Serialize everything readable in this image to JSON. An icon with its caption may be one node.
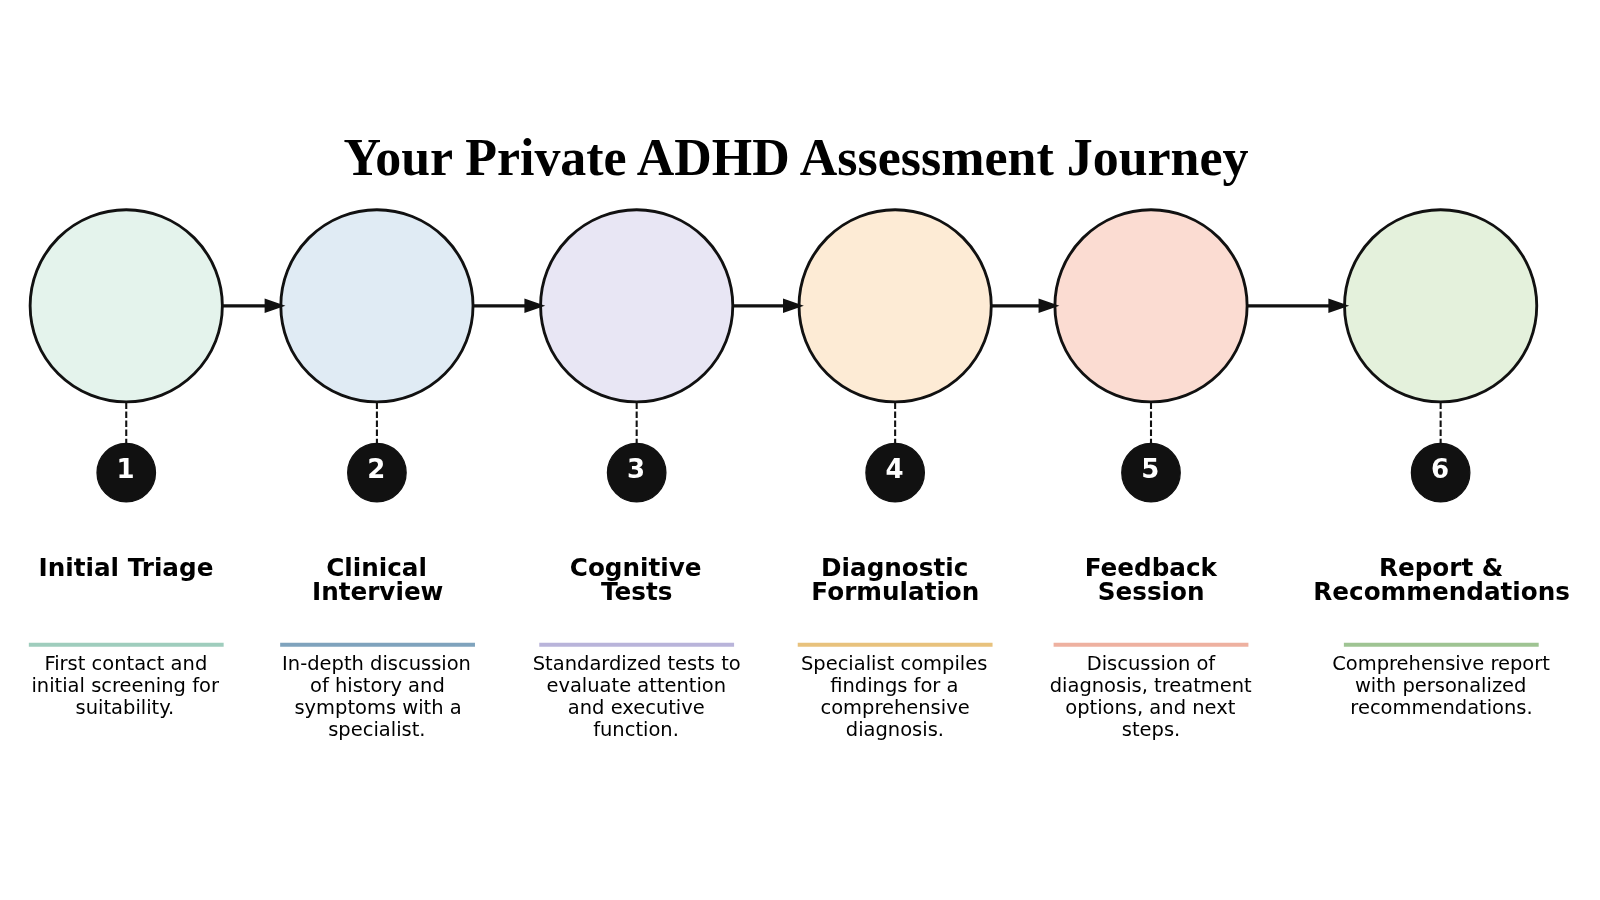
{
  "diagram": {
    "title": "Your Private ADHD Assessment Journey",
    "nodes": [
      {
        "text": [],
        "shape": "circle"
      },
      {
        "text": [],
        "shape": "circle"
      },
      {
        "text": [],
        "shape": "circle"
      },
      {
        "text": [],
        "shape": "circle"
      },
      {
        "text": [],
        "shape": "circle"
      },
      {
        "text": [],
        "shape": "circle"
      },
      {
        "text": [
          "1"
        ],
        "beside": [
          "Initial Triage",
          "First contact and initial screening for suitability."
        ]
      },
      {
        "text": [
          "2"
        ],
        "beside": [
          "Clinical Interview",
          "In-depth discussion of history and symptoms with a specialist."
        ]
      },
      {
        "text": [
          "3"
        ],
        "beside": [
          "Cognitive Tests",
          "Standardized tests to evaluate attention and executive function."
        ]
      },
      {
        "text": [
          "4"
        ],
        "beside": [
          "Diagnostic Formulation",
          "Specialist compiles findings for a comprehensive diagnosis."
        ]
      },
      {
        "text": [
          "5"
        ],
        "beside": [
          "Feedback Session",
          "Discussion of diagnosis, treatment options, and next steps."
        ]
      },
      {
        "text": [
          "6"
        ],
        "beside": [
          "Report & Recommendations",
          "Comprehensive report with personalized recommendations."
        ]
      }
    ],
    "edges": [
      {
        "from": 0,
        "to": 1,
        "arrow": "to"
      },
      {
        "from": 1,
        "to": 2,
        "arrow": "to"
      },
      {
        "from": 2,
        "to": 3,
        "arrow": "to"
      },
      {
        "from": 3,
        "to": 4,
        "arrow": "to"
      },
      {
        "from": 4,
        "to": 5,
        "arrow": "to"
      },
      {
        "from": 0,
        "to": 6,
        "arrow": "none",
        "style": "dashed"
      },
      {
        "from": 1,
        "to": 7,
        "arrow": "none",
        "style": "dashed"
      },
      {
        "from": 2,
        "to": 8,
        "arrow": "none",
        "style": "dashed"
      },
      {
        "from": 3,
        "to": 9,
        "arrow": "none",
        "style": "dashed"
      },
      {
        "from": 4,
        "to": 10,
        "arrow": "none",
        "style": "dashed"
      },
      {
        "from": 5,
        "to": 11,
        "arrow": "none",
        "style": "dashed"
      }
    ]
  }
}
